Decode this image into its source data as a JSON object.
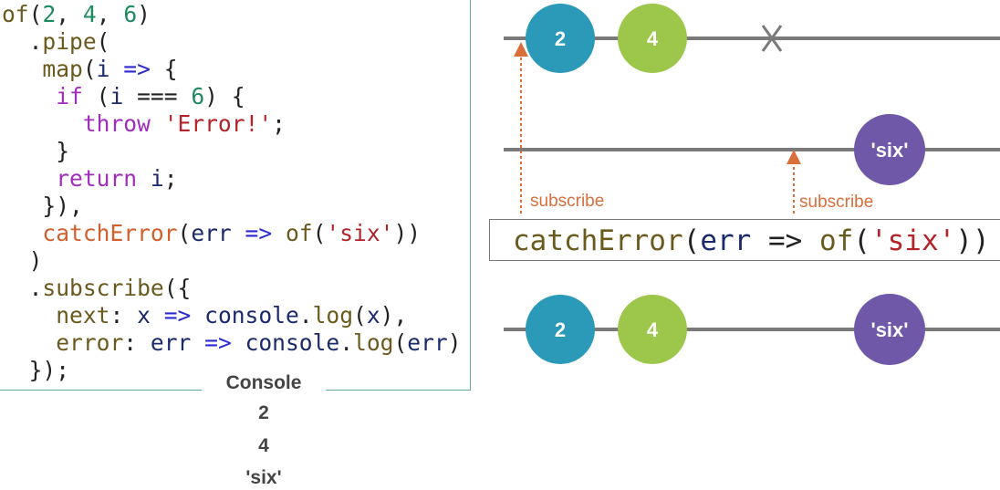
{
  "code": {
    "lines": [
      [
        {
          "t": "of",
          "c": "fn"
        },
        {
          "t": "(",
          "c": "p"
        },
        {
          "t": "2",
          "c": "num"
        },
        {
          "t": ", ",
          "c": "p"
        },
        {
          "t": "4",
          "c": "num"
        },
        {
          "t": ", ",
          "c": "p"
        },
        {
          "t": "6",
          "c": "num"
        },
        {
          "t": ")",
          "c": "p"
        }
      ],
      [
        {
          "t": "  .",
          "c": "p"
        },
        {
          "t": "pipe",
          "c": "fn"
        },
        {
          "t": "(",
          "c": "p"
        }
      ],
      [
        {
          "t": "   ",
          "c": "p"
        },
        {
          "t": "map",
          "c": "fn"
        },
        {
          "t": "(",
          "c": "p"
        },
        {
          "t": "i",
          "c": "var"
        },
        {
          "t": " => ",
          "c": "op"
        },
        {
          "t": "{",
          "c": "p"
        }
      ],
      [
        {
          "t": "    ",
          "c": "p"
        },
        {
          "t": "if",
          "c": "kw"
        },
        {
          "t": " (",
          "c": "p"
        },
        {
          "t": "i",
          "c": "var"
        },
        {
          "t": " === ",
          "c": "p"
        },
        {
          "t": "6",
          "c": "num"
        },
        {
          "t": ") {",
          "c": "p"
        }
      ],
      [
        {
          "t": "      ",
          "c": "p"
        },
        {
          "t": "throw",
          "c": "kw"
        },
        {
          "t": " ",
          "c": "p"
        },
        {
          "t": "'Error!'",
          "c": "str"
        },
        {
          "t": ";",
          "c": "p"
        }
      ],
      [
        {
          "t": "    }",
          "c": "p"
        }
      ],
      [
        {
          "t": "    ",
          "c": "p"
        },
        {
          "t": "return",
          "c": "kw"
        },
        {
          "t": " ",
          "c": "p"
        },
        {
          "t": "i",
          "c": "var"
        },
        {
          "t": ";",
          "c": "p"
        }
      ],
      [
        {
          "t": "   }),",
          "c": "p"
        }
      ],
      [
        {
          "t": "   ",
          "c": "p"
        },
        {
          "t": "catchError",
          "c": "err"
        },
        {
          "t": "(",
          "c": "p"
        },
        {
          "t": "err",
          "c": "var"
        },
        {
          "t": " => ",
          "c": "op"
        },
        {
          "t": "of",
          "c": "fn"
        },
        {
          "t": "(",
          "c": "p"
        },
        {
          "t": "'six'",
          "c": "str"
        },
        {
          "t": "))",
          "c": "p"
        }
      ],
      [
        {
          "t": "  )",
          "c": "p"
        }
      ],
      [
        {
          "t": "  .",
          "c": "p"
        },
        {
          "t": "subscribe",
          "c": "fn"
        },
        {
          "t": "({",
          "c": "p"
        }
      ],
      [
        {
          "t": "    ",
          "c": "p"
        },
        {
          "t": "next",
          "c": "prop"
        },
        {
          "t": ": ",
          "c": "p"
        },
        {
          "t": "x",
          "c": "var"
        },
        {
          "t": " => ",
          "c": "op"
        },
        {
          "t": "console",
          "c": "var"
        },
        {
          "t": ".",
          "c": "p"
        },
        {
          "t": "log",
          "c": "fn"
        },
        {
          "t": "(",
          "c": "p"
        },
        {
          "t": "x",
          "c": "var"
        },
        {
          "t": "),",
          "c": "p"
        }
      ],
      [
        {
          "t": "    ",
          "c": "p"
        },
        {
          "t": "error",
          "c": "prop"
        },
        {
          "t": ": ",
          "c": "p"
        },
        {
          "t": "err",
          "c": "var"
        },
        {
          "t": " => ",
          "c": "op"
        },
        {
          "t": "console",
          "c": "var"
        },
        {
          "t": ".",
          "c": "p"
        },
        {
          "t": "log",
          "c": "fn"
        },
        {
          "t": "(",
          "c": "p"
        },
        {
          "t": "err",
          "c": "var"
        },
        {
          "t": ")",
          "c": "p"
        }
      ],
      [
        {
          "t": "  });",
          "c": "p"
        }
      ]
    ]
  },
  "console": {
    "title": "Console",
    "output": [
      "2",
      "4",
      "'six'"
    ]
  },
  "operator": {
    "tokens": [
      {
        "t": "catchError",
        "c": "fn"
      },
      {
        "t": "(",
        "c": "p"
      },
      {
        "t": "err",
        "c": "var"
      },
      {
        "t": " => ",
        "c": "p"
      },
      {
        "t": "of",
        "c": "fn"
      },
      {
        "t": "(",
        "c": "p"
      },
      {
        "t": "'six'",
        "c": "str"
      },
      {
        "t": "))",
        "c": "p"
      }
    ]
  },
  "timelines": {
    "source": {
      "marbles": [
        {
          "label": "2",
          "color": "#2a9ab8"
        },
        {
          "label": "4",
          "color": "#9cc74a"
        }
      ],
      "error_mark": "X"
    },
    "replacement": {
      "marbles": [
        {
          "label": "'six'",
          "color": "#6f58a8"
        }
      ]
    },
    "result": {
      "marbles": [
        {
          "label": "2",
          "color": "#2a9ab8"
        },
        {
          "label": "4",
          "color": "#9cc74a"
        },
        {
          "label": "'six'",
          "color": "#6f58a8"
        }
      ]
    },
    "subscribe_labels": [
      "subscribe",
      "subscribe"
    ],
    "line_color": "#7a7a7a",
    "subscribe_color": "#d86f3a"
  }
}
